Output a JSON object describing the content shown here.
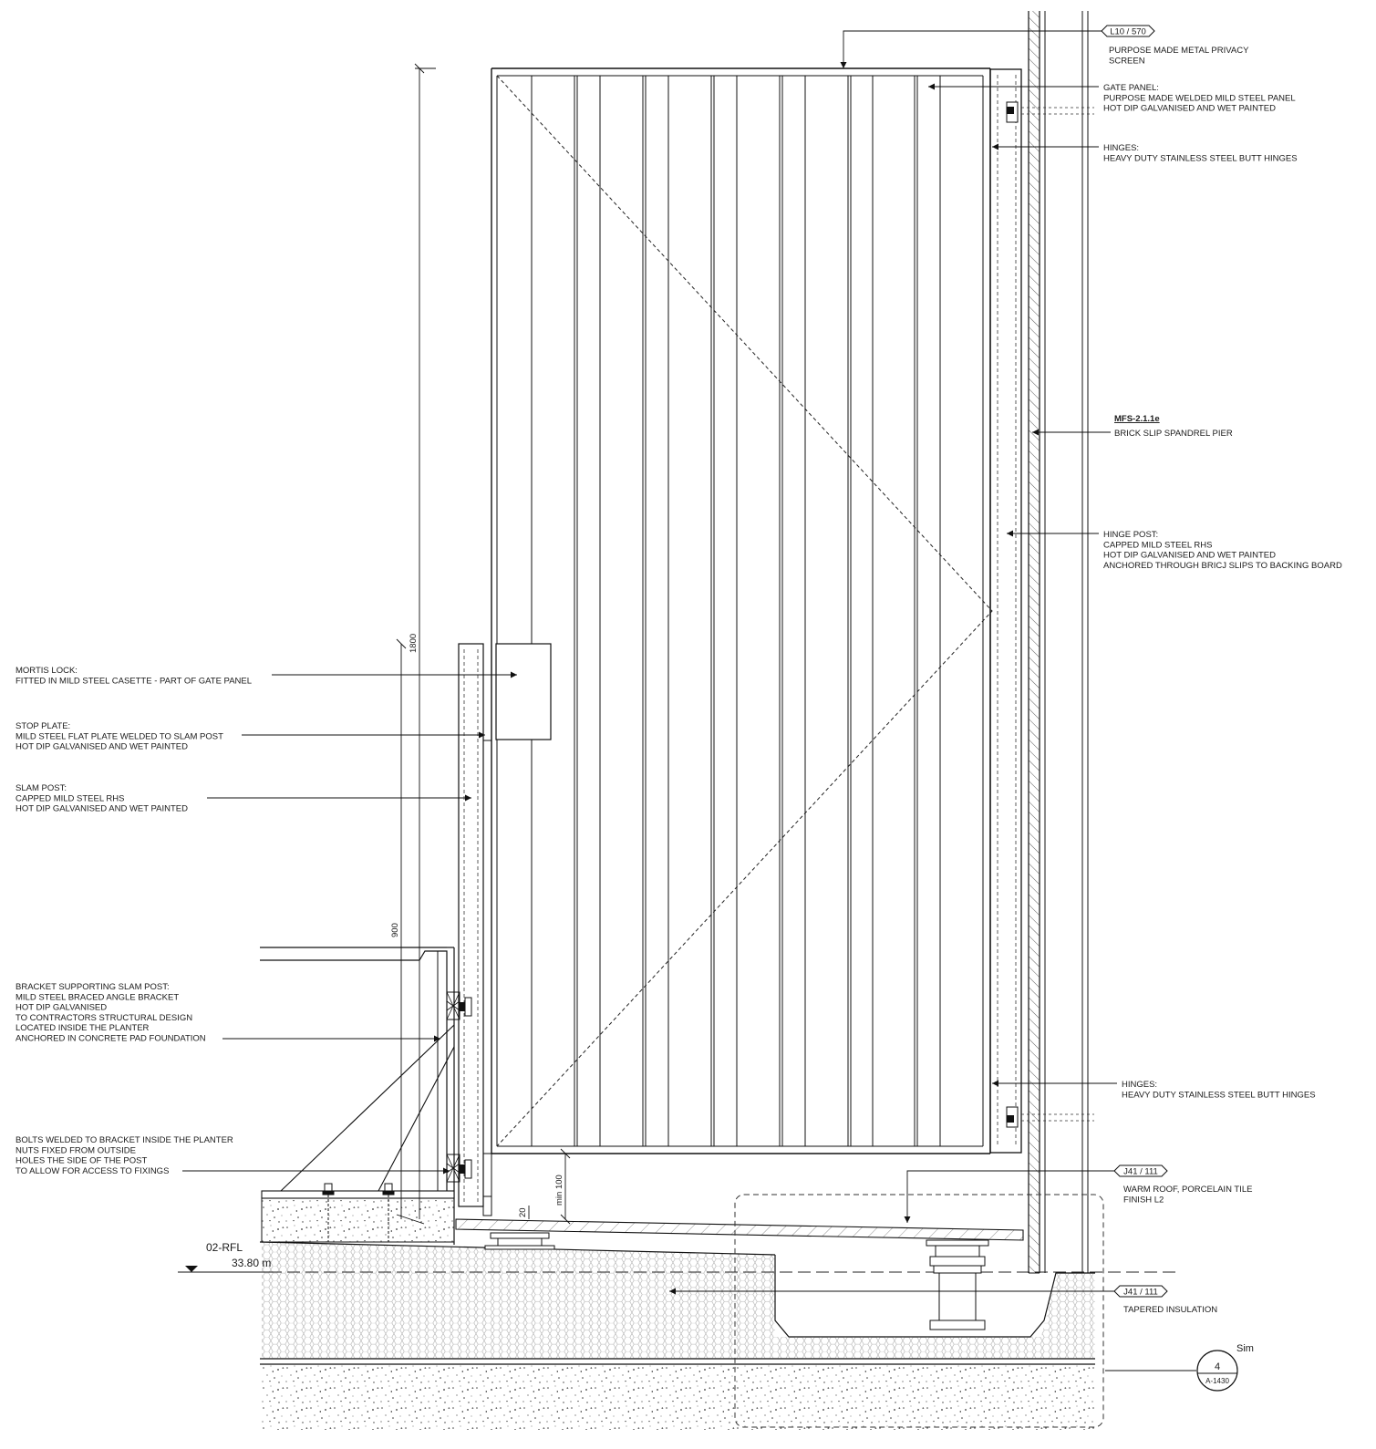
{
  "callouts": {
    "screen": {
      "ref": "L10 / 570",
      "lines": [
        "PURPOSE MADE METAL PRIVACY",
        "SCREEN"
      ]
    },
    "gate_panel": {
      "lines": [
        "GATE PANEL:",
        "PURPOSE MADE WELDED MILD STEEL PANEL",
        "HOT DIP GALVANISED AND WET PAINTED"
      ]
    },
    "hinges_top": {
      "lines": [
        "HINGES:",
        "HEAVY DUTY STAINLESS STEEL BUTT HINGES"
      ]
    },
    "spandrel": {
      "ref": "MFS-2.1.1e",
      "lines": [
        "BRICK SLIP SPANDREL PIER"
      ]
    },
    "hinge_post": {
      "lines": [
        "HINGE POST:",
        "CAPPED MILD STEEL RHS",
        "HOT DIP GALVANISED AND WET PAINTED",
        "ANCHORED THROUGH BRICJ SLIPS TO BACKING BOARD"
      ]
    },
    "hinges_bottom": {
      "lines": [
        "HINGES:",
        "HEAVY DUTY STAINLESS STEEL BUTT HINGES"
      ]
    },
    "warm_roof": {
      "ref": "J41 / 111",
      "lines": [
        "WARM ROOF, PORCELAIN TILE",
        "FINISH L2"
      ]
    },
    "insulation": {
      "ref": "J41 / 111",
      "lines": [
        "TAPERED INSULATION"
      ]
    },
    "mortis_lock": {
      "lines": [
        "MORTIS LOCK:",
        "FITTED IN MILD STEEL CASETTE - PART OF GATE PANEL"
      ]
    },
    "stop_plate": {
      "lines": [
        "STOP PLATE:",
        "MILD STEEL FLAT PLATE WELDED TO SLAM POST",
        "HOT DIP GALVANISED AND WET PAINTED"
      ]
    },
    "slam_post": {
      "lines": [
        "SLAM POST:",
        "CAPPED MILD STEEL RHS",
        "HOT DIP GALVANISED AND WET PAINTED"
      ]
    },
    "bracket": {
      "lines": [
        "BRACKET SUPPORTING SLAM POST:",
        "MILD STEEL BRACED ANGLE BRACKET",
        "HOT DIP GALVANISED",
        "TO CONTRACTORS STRUCTURAL DESIGN",
        "LOCATED INSIDE THE PLANTER",
        "ANCHORED IN CONCRETE PAD FOUNDATION"
      ]
    },
    "bolts": {
      "lines": [
        "BOLTS WELDED TO BRACKET INSIDE THE PLANTER",
        "NUTS FIXED FROM OUTSIDE",
        "HOLES THE SIDE OF THE POST",
        "TO ALLOW FOR ACCESS TO FIXINGS"
      ]
    }
  },
  "dimensions": {
    "height_total": "1800",
    "height_lock": "900",
    "min_gap": "min 100",
    "fall": "20"
  },
  "level": {
    "name": "02-RFL",
    "value": "33.80 m"
  },
  "section_ref": {
    "note": "Sim",
    "number": "4",
    "sheet": "A-1430"
  }
}
